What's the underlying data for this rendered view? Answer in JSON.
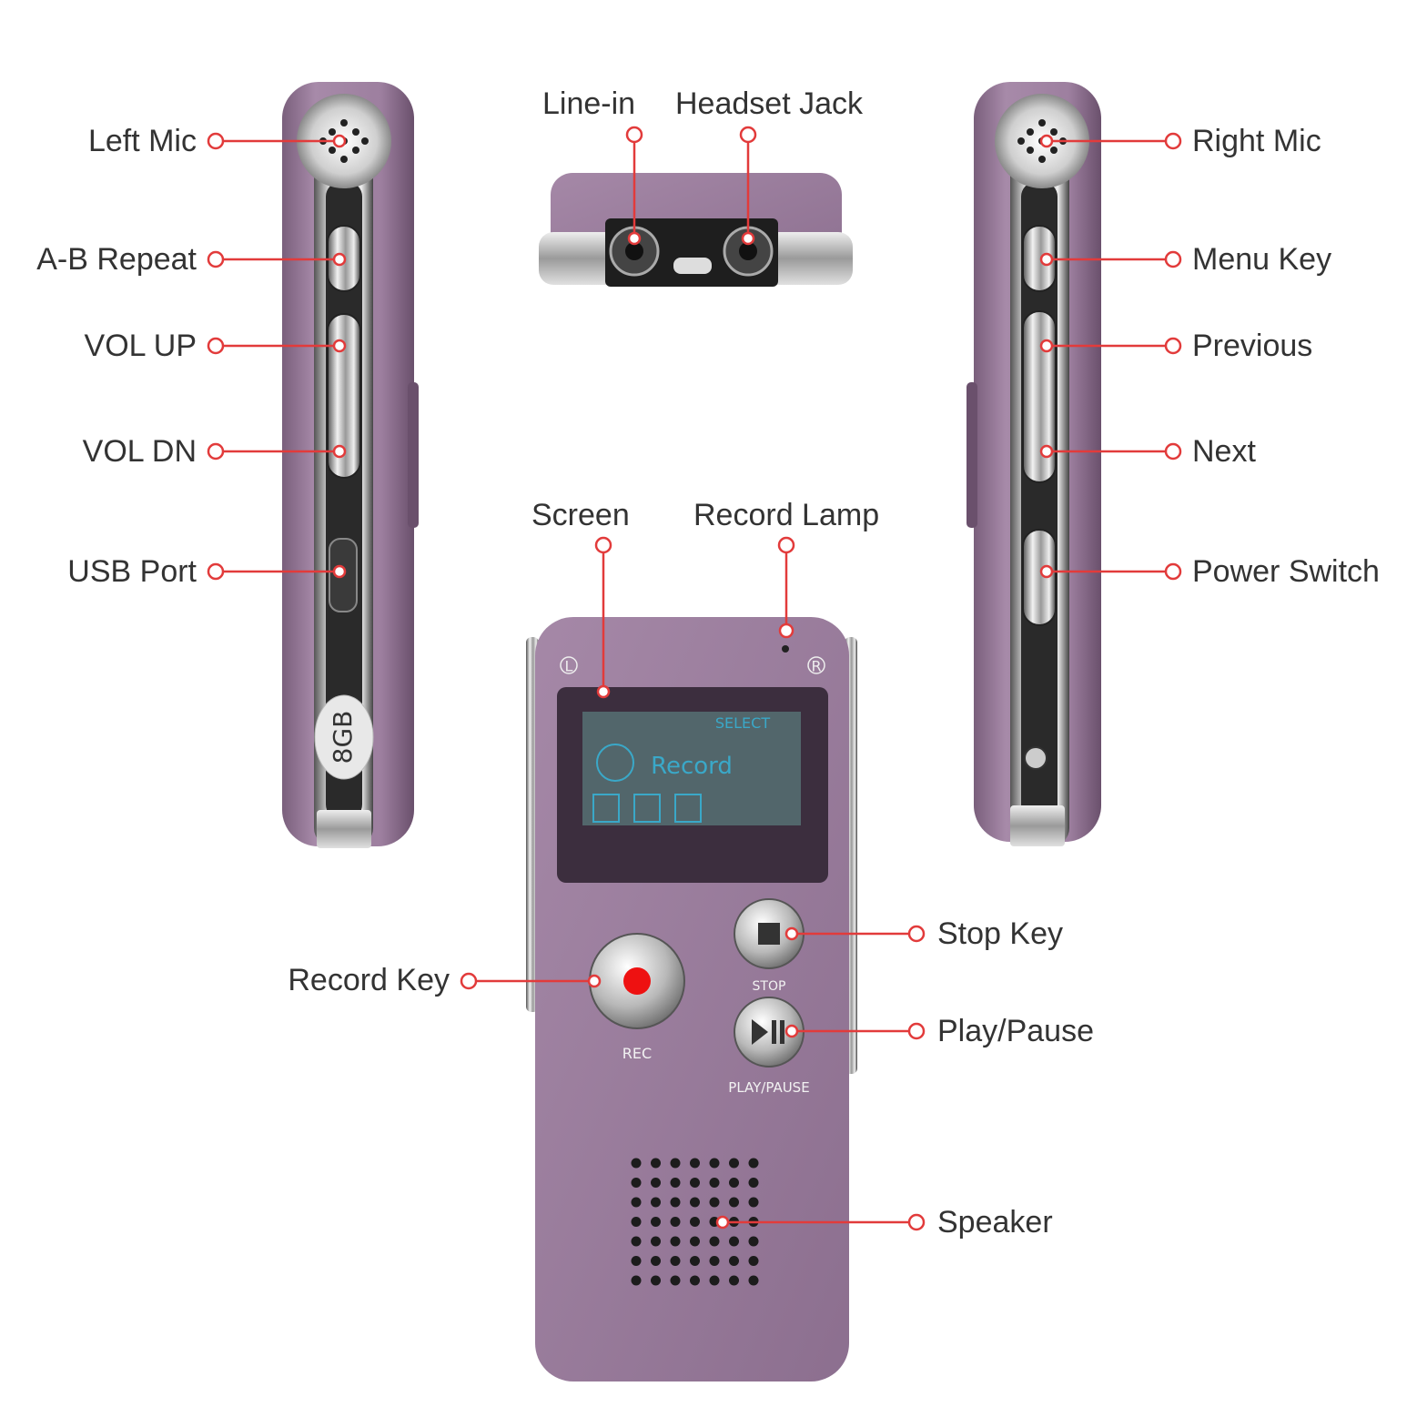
{
  "colors": {
    "callout": "#e23b3b",
    "body": "#9a7d9c",
    "body_dark": "#6e5570",
    "chrome": "#c8c8c8",
    "screen_bg": "#52666b",
    "screen_text": "#3aa8c8",
    "text": "#333333"
  },
  "labels": {
    "left_mic": "Left Mic",
    "ab_repeat": "A-B Repeat",
    "vol_up": "VOL UP",
    "vol_dn": "VOL DN",
    "usb_port": "USB Port",
    "line_in": "Line-in",
    "headset_jack": "Headset Jack",
    "right_mic": "Right Mic",
    "menu_key": "Menu Key",
    "previous": "Previous",
    "next": "Next",
    "power_switch": "Power Switch",
    "screen": "Screen",
    "record_lamp": "Record Lamp",
    "record_key": "Record Key",
    "stop_key": "Stop Key",
    "play_pause": "Play/Pause",
    "speaker": "Speaker"
  },
  "device": {
    "capacity_badge": "8GB",
    "screen_header": "SELECT",
    "screen_mode": "Record",
    "btn_rec": "REC",
    "btn_stop": "STOP",
    "btn_play_pause": "PLAY/PAUSE",
    "mark_left": "L",
    "mark_right": "R"
  }
}
